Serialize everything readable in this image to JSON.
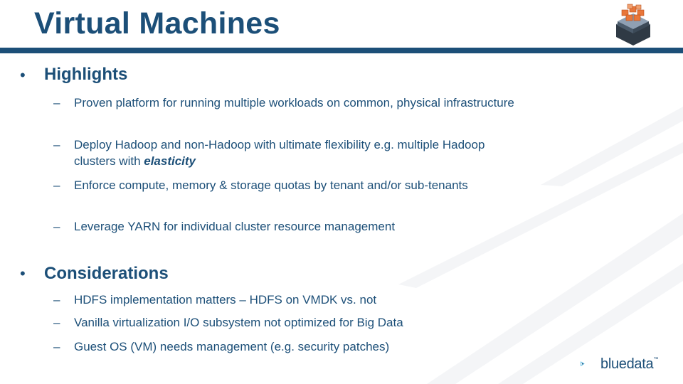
{
  "slide": {
    "title": "Virtual Machines",
    "icon": "stacked-vm-cube-icon",
    "colors": {
      "primary": "#1c4f78",
      "accent_orange": "#e8763a",
      "logo_blue": "#1aa0d8"
    }
  },
  "sections": [
    {
      "heading": "Highlights",
      "items": [
        {
          "text": "Proven platform for running multiple workloads on common, physical infrastructure"
        },
        {
          "text_pre": "Deploy Hadoop and non-Hadoop with ultimate flexibility e.g. multiple Hadoop clusters with ",
          "text_em": "elasticity"
        },
        {
          "text": "Enforce compute, memory & storage quotas by tenant and/or sub-tenants"
        },
        {
          "text": "Leverage YARN for individual cluster resource management"
        }
      ]
    },
    {
      "heading": "Considerations",
      "items": [
        {
          "text": "HDFS implementation matters – HDFS on VMDK vs. not"
        },
        {
          "text": "Vanilla virtualization I/O subsystem not optimized for Big Data"
        },
        {
          "text": "Guest OS (VM) needs management (e.g. security patches)"
        }
      ]
    }
  ],
  "symbols": {
    "bullet": "•",
    "dash": "–"
  },
  "logo": {
    "text": "bluedata",
    "tm": "™",
    "icon": "bluedata-logo-icon"
  }
}
